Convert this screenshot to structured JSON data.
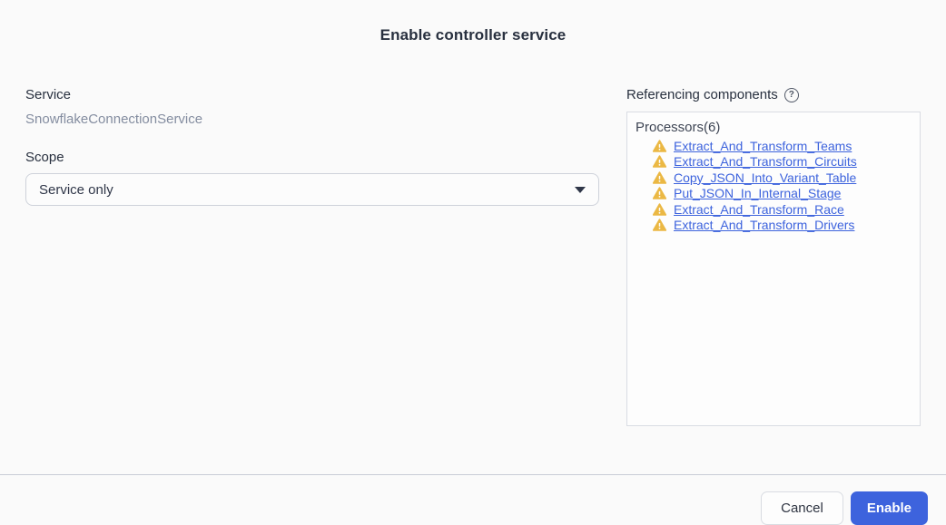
{
  "dialog": {
    "title": "Enable controller service"
  },
  "service": {
    "label": "Service",
    "value": "SnowflakeConnectionService"
  },
  "scope": {
    "label": "Scope",
    "selected": "Service only"
  },
  "referencing": {
    "label": "Referencing components",
    "help_icon": "question-circle-icon",
    "group": "Processors(6)",
    "items": [
      "Extract_And_Transform_Teams",
      "Extract_And_Transform_Circuits",
      "Copy_JSON_Into_Variant_Table",
      "Put_JSON_In_Internal_Stage",
      "Extract_And_Transform_Race",
      "Extract_And_Transform_Drivers"
    ]
  },
  "footer": {
    "cancel_label": "Cancel",
    "enable_label": "Enable"
  },
  "colors": {
    "accent": "#3d63dd",
    "link": "#3d63dd",
    "warning": "#ebb844",
    "divider": "#c8ccd6"
  }
}
